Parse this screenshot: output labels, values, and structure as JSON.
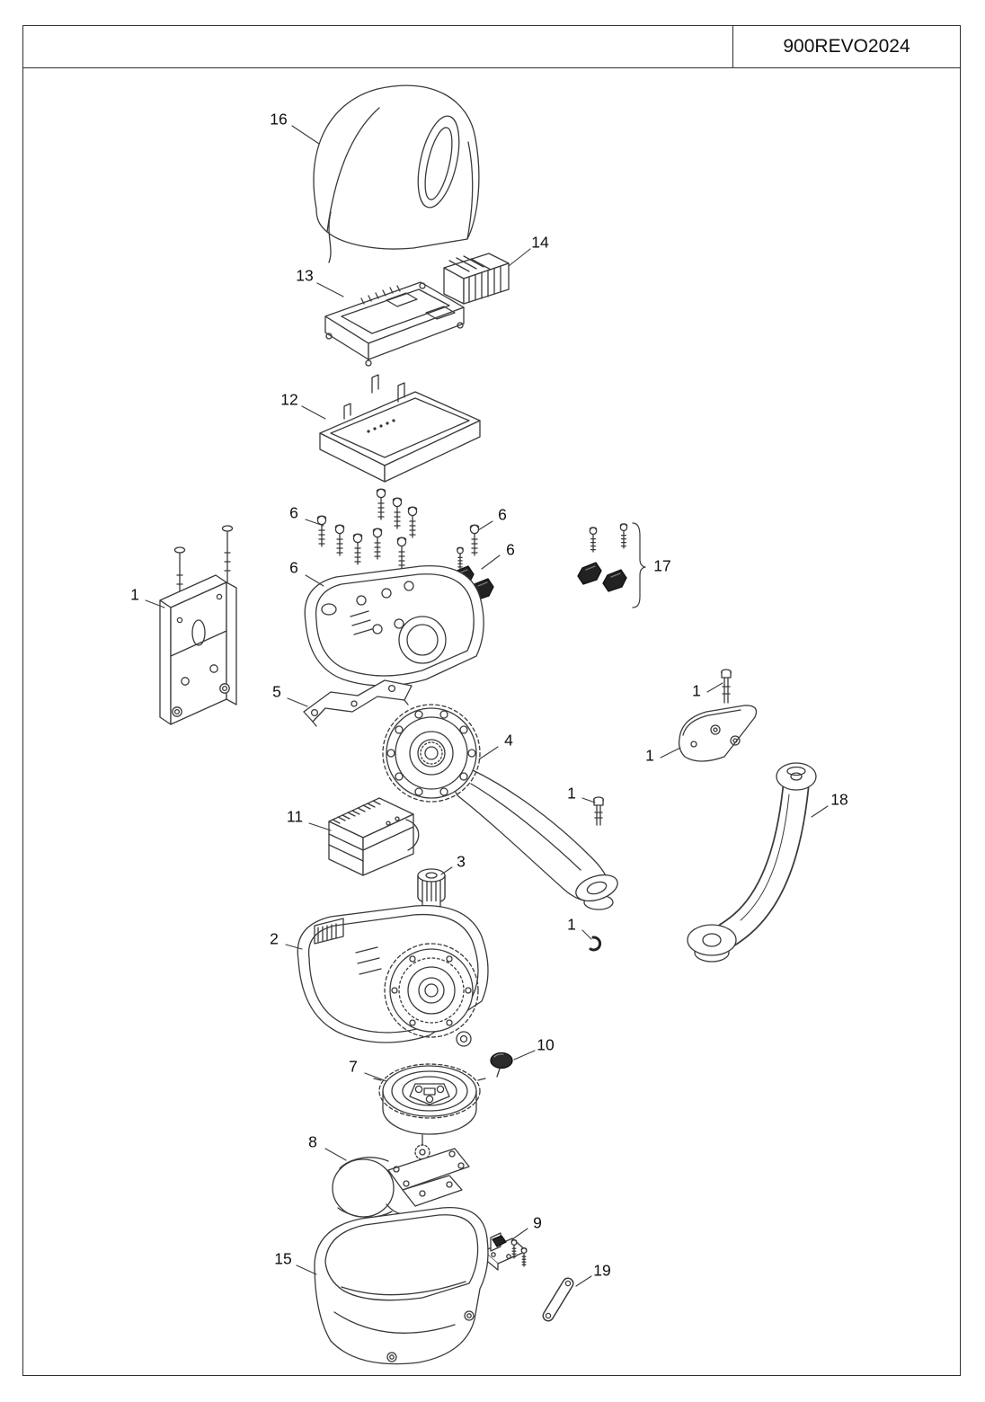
{
  "title": "900REVO2024",
  "callouts": [
    {
      "n": "16"
    },
    {
      "n": "14"
    },
    {
      "n": "13"
    },
    {
      "n": "12"
    },
    {
      "n": "6"
    },
    {
      "n": "6"
    },
    {
      "n": "6"
    },
    {
      "n": "6"
    },
    {
      "n": "17"
    },
    {
      "n": "1"
    },
    {
      "n": "5"
    },
    {
      "n": "1"
    },
    {
      "n": "4"
    },
    {
      "n": "1"
    },
    {
      "n": "1"
    },
    {
      "n": "18"
    },
    {
      "n": "11"
    },
    {
      "n": "3"
    },
    {
      "n": "2"
    },
    {
      "n": "1"
    },
    {
      "n": "10"
    },
    {
      "n": "7"
    },
    {
      "n": "8"
    },
    {
      "n": "9"
    },
    {
      "n": "15"
    },
    {
      "n": "19"
    }
  ]
}
